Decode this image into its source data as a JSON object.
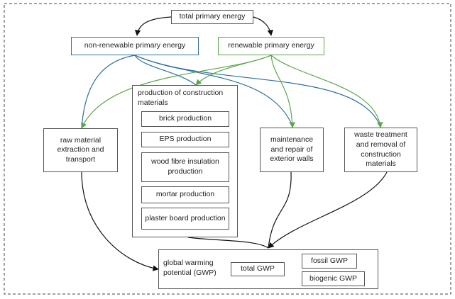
{
  "nodes": {
    "total_primary_energy": "total primary energy",
    "non_renewable": "non-renewable primary energy",
    "renewable": "renewable primary energy",
    "raw_material": "raw material extraction and transport",
    "production_title": "production of construction materials",
    "production_items": [
      "brick production",
      "EPS production",
      "wood fibre insulation production",
      "mortar production",
      "plaster board production"
    ],
    "maintenance": "maintenance and repair of exterior walls",
    "waste": "waste treatment and removal of construction materials",
    "gwp": "global warming potential (GWP)",
    "total_gwp": "total GWP",
    "fossil_gwp": "fossil GWP",
    "biogenic_gwp": "biogenic GWP"
  },
  "colors": {
    "non_renewable": "#2e6f9e",
    "renewable": "#5aa64a",
    "neutral": "#111111"
  }
}
